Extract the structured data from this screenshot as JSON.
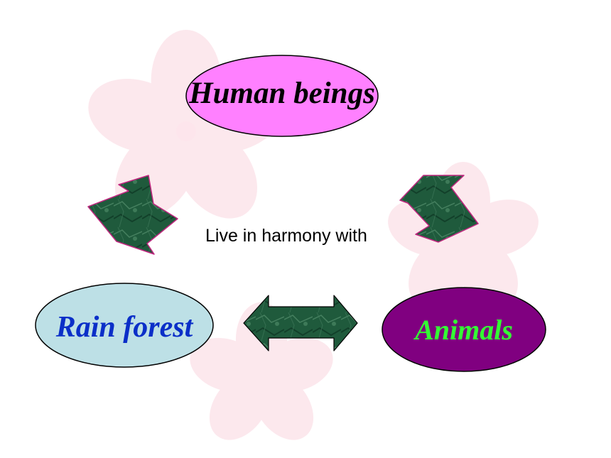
{
  "nodes": {
    "human": {
      "label": "Human beings",
      "fill": "#ff80ff",
      "text_color": "#000000"
    },
    "rain_forest": {
      "label": "Rain forest",
      "fill": "#bde0e6",
      "text_color": "#0b2fc8"
    },
    "animals": {
      "label": "Animals",
      "fill": "#800080",
      "text_color": "#33ff33"
    }
  },
  "center_text": "Live in harmony with",
  "arrow_color": "#1f5a3c",
  "background_flower_color": "#fbe3ea"
}
